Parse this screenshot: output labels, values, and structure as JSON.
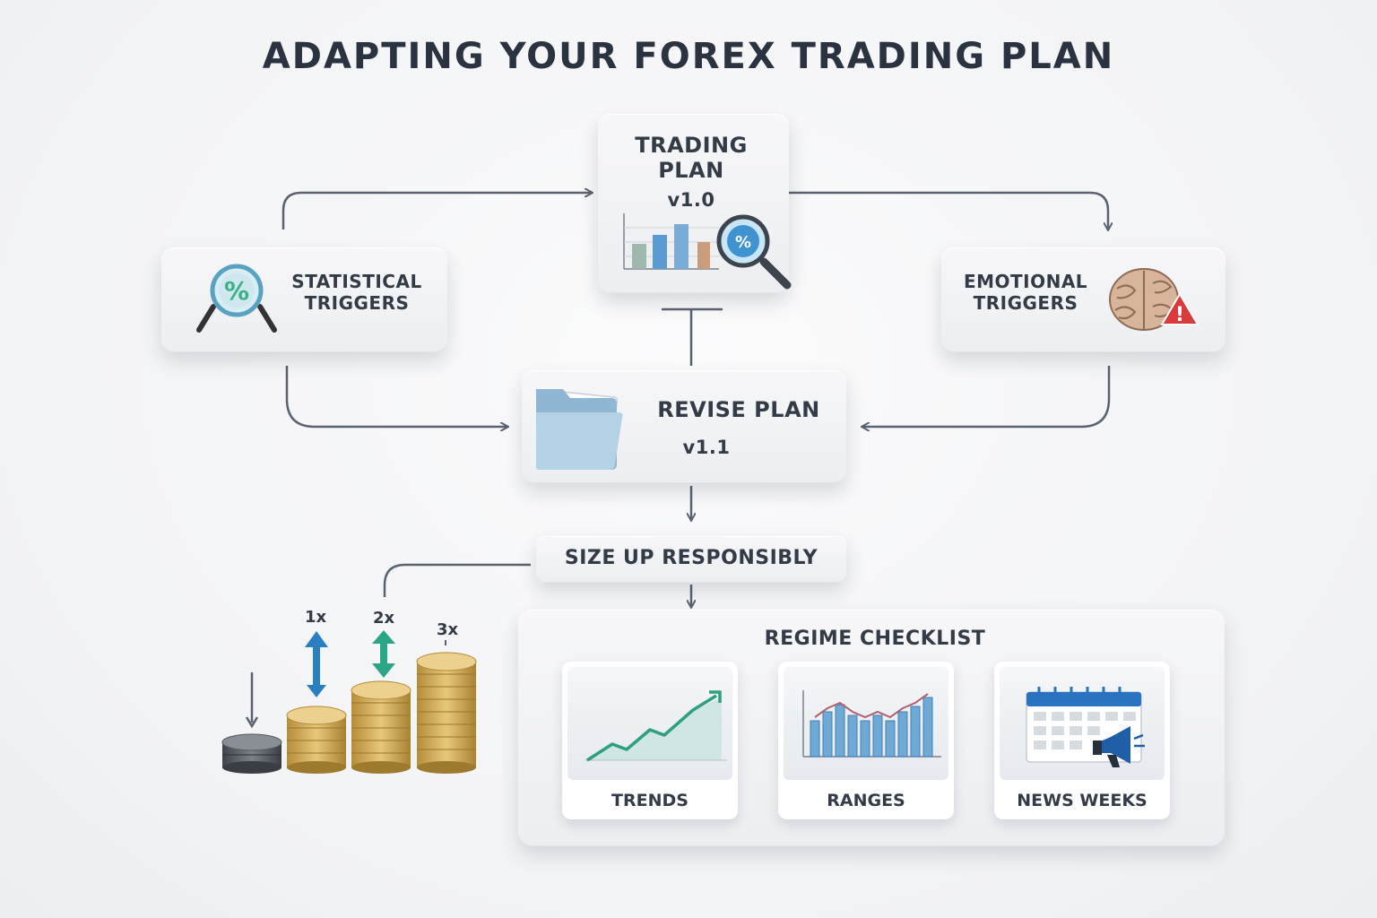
{
  "title": "ADAPTING YOUR FOREX TRADING PLAN",
  "nodes": {
    "trading_plan": {
      "line1": "TRADING",
      "line2": "PLAN",
      "version": "v1.0"
    },
    "statistical": {
      "line1": "STATISTICAL",
      "line2": "TRIGGERS"
    },
    "emotional": {
      "line1": "EMOTIONAL",
      "line2": "TRIGGERS"
    },
    "revise": {
      "label": "REVISE PLAN",
      "version": "v1.1"
    },
    "size_up": {
      "label": "SIZE UP RESPONSIBLY"
    },
    "checklist": {
      "title": "REGIME CHECKLIST",
      "items": [
        {
          "label": "TRENDS",
          "icon": "trend-chart-icon"
        },
        {
          "label": "RANGES",
          "icon": "range-chart-icon"
        },
        {
          "label": "NEWS WEEKS",
          "icon": "calendar-megaphone-icon"
        }
      ]
    }
  },
  "coins": {
    "multipliers": [
      "1x",
      "2x",
      "3x"
    ]
  },
  "colors": {
    "text": "#333b47",
    "connector": "#5a6270",
    "blue": "#2a7fc1",
    "teal": "#2aa586",
    "gold": "#d8b560",
    "alert": "#d93a3a"
  }
}
